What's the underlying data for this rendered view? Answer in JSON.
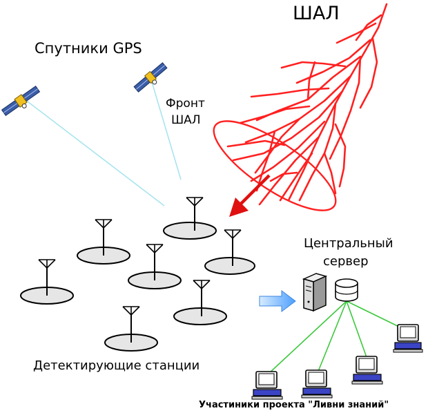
{
  "labels": {
    "shower": "ШАЛ",
    "satellites": "Спутники GPS",
    "front_line1": "Фронт",
    "front_line2": "ШАЛ",
    "server_line1": "Центральный",
    "server_line2": "сервер",
    "stations": "Детектирующие станции",
    "participants": "Участиники проекта \"Ливни знаний\""
  },
  "colors": {
    "shower": "#ff2020",
    "arrow": "#e01010",
    "gps_link": "#a8e4ee",
    "network": "#3cc83c",
    "station_disk": "#e6e6e6",
    "data_arrow": "#88c4ff",
    "satellite_panel": "#3b5ea8"
  },
  "icons": [
    "satellite-icon",
    "antenna-icon",
    "server-icon",
    "database-icon",
    "computer-icon",
    "arrow-icon"
  ]
}
